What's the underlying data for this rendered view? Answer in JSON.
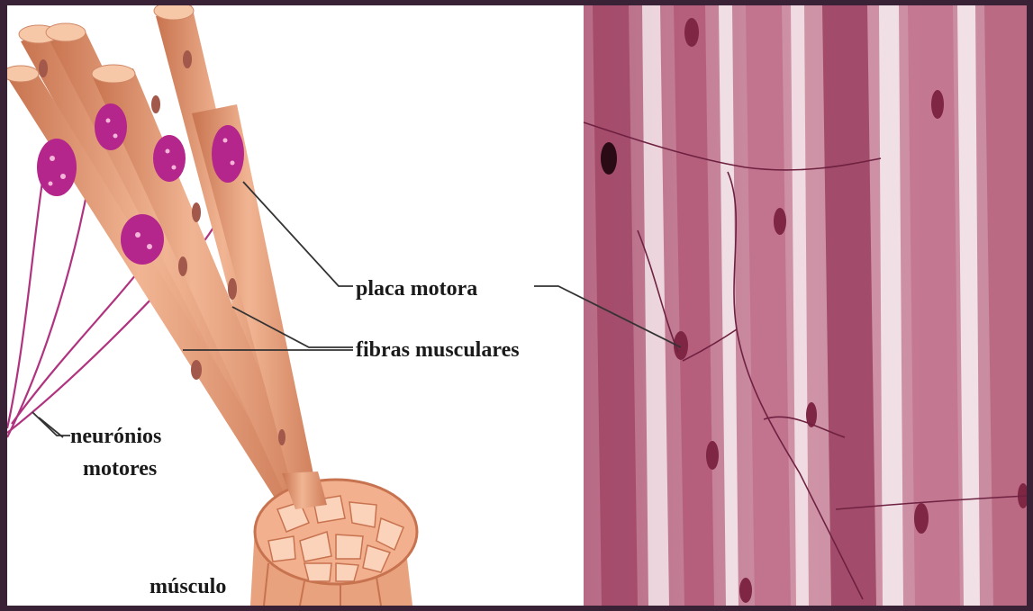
{
  "labels": {
    "motor_plate": "placa motora",
    "muscle_fibers": "fibras musculares",
    "motor_neurons_line1": "neurónios",
    "motor_neurons_line2": "motores",
    "muscle": "músculo"
  },
  "colors": {
    "frame": "#3a2236",
    "fiber": "#e9a27e",
    "fiber_dark": "#c8734f",
    "nucleus": "#a2584a",
    "motor_plate": "#b5268c",
    "nerve": "#b0337f",
    "micrograph_base": "#c78399",
    "micrograph_band": "#a8546f",
    "label_text": "#1a1a1a"
  }
}
